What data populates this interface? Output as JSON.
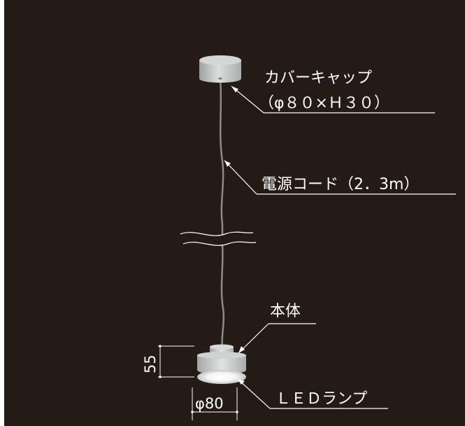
{
  "labels": {
    "cover_cap": "カバーキャップ",
    "cover_cap_size": "（φ８０×Ｈ３０）",
    "power_cord": "電源コード（2．3m）",
    "body": "本体",
    "led_lamp": "ＬＥＤランプ"
  },
  "dimensions": {
    "height": "55",
    "diameter": "φ80"
  },
  "colors": {
    "background": "#241a16",
    "fixture": "#c6c9c9",
    "line": "#ffffff"
  }
}
